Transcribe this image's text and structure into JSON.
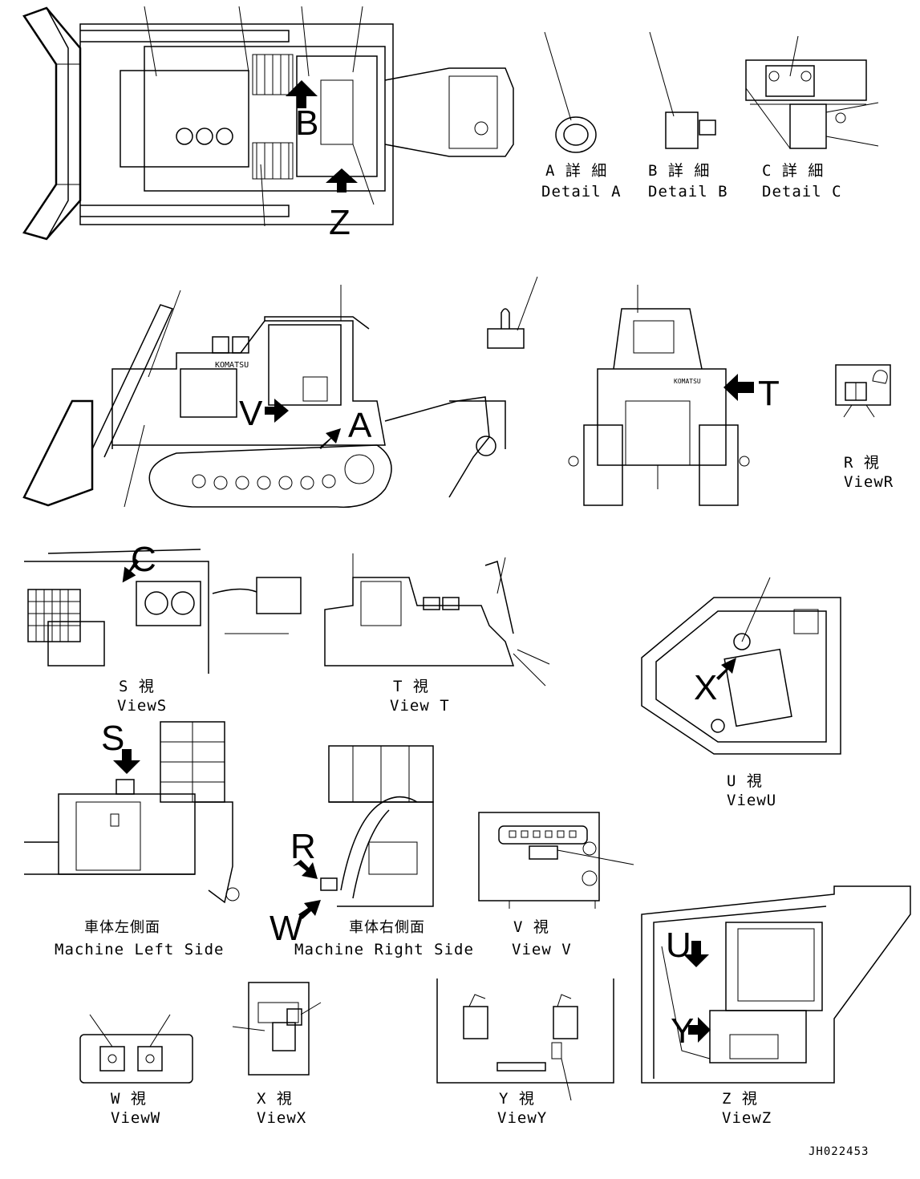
{
  "callouts": {
    "z": "Z",
    "b": "B",
    "v": "V",
    "a": "A",
    "t": "T",
    "c": "C",
    "x": "X",
    "s": "S",
    "r": "R",
    "w": "W",
    "u": "U",
    "y": "Y"
  },
  "captions": {
    "detail_a": {
      "jp": "A 詳 細",
      "en": "Detail A"
    },
    "detail_b": {
      "jp": "B 詳 細",
      "en": "Detail B"
    },
    "detail_c": {
      "jp": "C 詳 細",
      "en": "Detail C"
    },
    "view_r": {
      "jp": "R 視",
      "en": "ViewR"
    },
    "view_s": {
      "jp": "S 視",
      "en": "ViewS"
    },
    "view_t": {
      "jp": "T 視",
      "en": "View T"
    },
    "view_u": {
      "jp": "U 視",
      "en": "ViewU"
    },
    "left_side": {
      "jp": "車体左側面",
      "en": "Machine Left Side"
    },
    "right_side": {
      "jp": "車体右側面",
      "en": "Machine Right Side"
    },
    "view_v": {
      "jp": "V 視",
      "en": "View V"
    },
    "view_w": {
      "jp": "W 視",
      "en": "ViewW"
    },
    "view_x": {
      "jp": "X 視",
      "en": "ViewX"
    },
    "view_y": {
      "jp": "Y 視",
      "en": "ViewY"
    },
    "view_z": {
      "jp": "Z 視",
      "en": "ViewZ"
    }
  },
  "brand_label": "KOMATSU",
  "drawing_number": "JH022453"
}
